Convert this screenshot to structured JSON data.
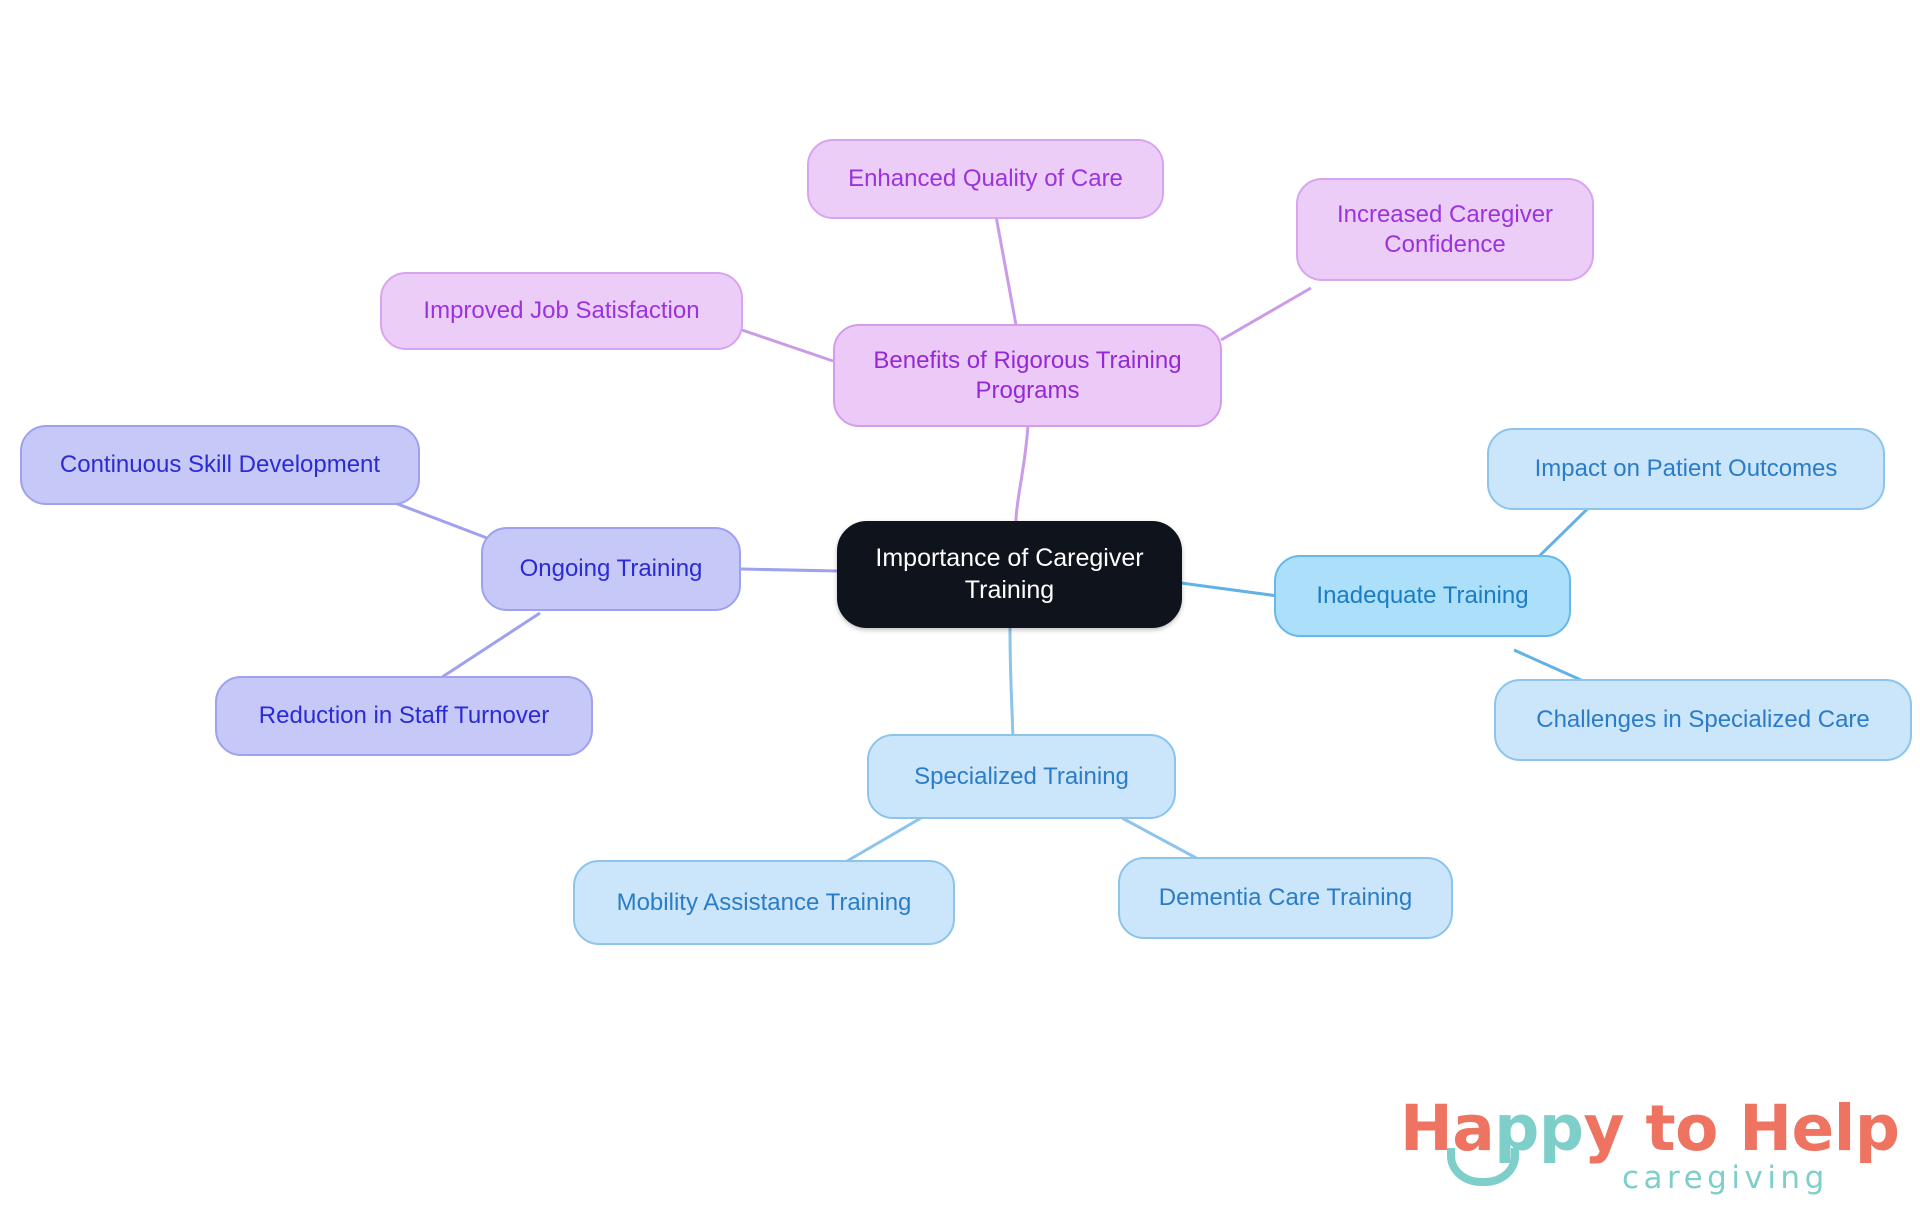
{
  "diagram": {
    "type": "mindmap",
    "title": "Importance of Caregiver Training",
    "background": "#ffffff",
    "root": {
      "id": "root",
      "label": "Importance of Caregiver\nTraining",
      "fill": "#0f131c",
      "text_color": "#ffffff"
    },
    "branches": [
      {
        "id": "benefits",
        "label": "Benefits of Rigorous Training\nPrograms",
        "fill": "#ebcaf7",
        "stroke": "#d69bec",
        "text_color": "#9428d6",
        "children": [
          {
            "id": "enhanced-quality",
            "label": "Enhanced Quality of Care"
          },
          {
            "id": "increased-confidence",
            "label": "Increased Caregiver\nConfidence"
          },
          {
            "id": "job-satisfaction",
            "label": "Improved Job Satisfaction"
          }
        ]
      },
      {
        "id": "ongoing",
        "label": "Ongoing Training",
        "fill": "#c6c8f8",
        "stroke": "#9ea2ee",
        "text_color": "#2b2bd4",
        "children": [
          {
            "id": "skill-development",
            "label": "Continuous Skill Development"
          },
          {
            "id": "staff-turnover",
            "label": "Reduction in Staff Turnover"
          }
        ]
      },
      {
        "id": "inadequate",
        "label": "Inadequate Training",
        "fill": "#ace0fa",
        "stroke": "#66b8ec",
        "text_color": "#1b7cc4",
        "children": [
          {
            "id": "patient-outcomes",
            "label": "Impact on Patient Outcomes"
          },
          {
            "id": "specialized-challenges",
            "label": "Challenges in Specialized Care"
          }
        ]
      },
      {
        "id": "specialized",
        "label": "Specialized Training",
        "fill": "#cbe6fa",
        "stroke": "#8cc4ec",
        "text_color": "#2b7cc8",
        "children": [
          {
            "id": "mobility",
            "label": "Mobility Assistance Training"
          },
          {
            "id": "dementia",
            "label": "Dementia Care Training"
          }
        ]
      }
    ]
  },
  "nodes": {
    "root": "Importance of Caregiver\nTraining",
    "benefits": "Benefits of Rigorous Training\nPrograms",
    "enhanced_quality": "Enhanced Quality of Care",
    "increased_confidence": "Increased Caregiver\nConfidence",
    "job_satisfaction": "Improved Job Satisfaction",
    "ongoing": "Ongoing Training",
    "skill_development": "Continuous Skill Development",
    "staff_turnover": "Reduction in Staff Turnover",
    "inadequate": "Inadequate Training",
    "patient_outcomes": "Impact on Patient Outcomes",
    "specialized_challenges": "Challenges in Specialized Care",
    "specialized": "Specialized Training",
    "mobility": "Mobility Assistance Training",
    "dementia": "Dementia Care Training"
  },
  "logo": {
    "word_part_1": "Ha",
    "word_part_2": "pp",
    "word_part_3": "y to Help",
    "tagline": "caregiving",
    "coral": "#ee7361",
    "teal": "#7ecfc9"
  }
}
